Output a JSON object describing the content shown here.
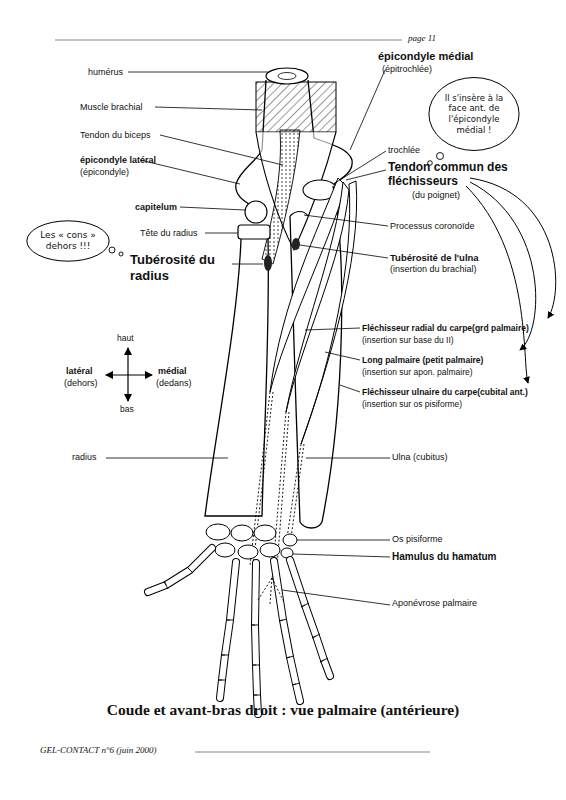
{
  "diagram": {
    "caption": "Coude et avant-bras droit : vue palmaire (antérieure)",
    "nodes": [
      {
        "text": [
          "Il s'insère à la face ant. de l'épicondyle médial !"
        ]
      },
      {
        "text": [
          "Les « cons » dehors !!!"
        ]
      }
    ],
    "labels": [
      "page 11",
      "humérus",
      "Muscle brachial",
      "Tendon du biceps",
      "épicondyle latéral",
      "(épicondyle)",
      "capitelum",
      "Tête du radius",
      "Tubérosité du radius",
      "épicondyle médial",
      "(épitrochlée)",
      "trochlée",
      "Tendon commun des fléchisseurs",
      "(du poignet)",
      "Processus coronoïde",
      "Tubérosité de l'ulna",
      "(insertion du brachial)",
      "Fléchisseur radial du carpe(grd palmaire)",
      "(insertion sur base du II)",
      "Long palmaire (petit palmaire)",
      "(insertion sur apon. palmaire)",
      "Fléchisseur ulnaire du carpe(cubital ant.)",
      "(insertion sur os pisiforme)",
      "haut",
      "latéral",
      "(dehors)",
      "médial",
      "(dedans)",
      "bas",
      "radius",
      "Ulna (cubitus)",
      "Os pisiforme",
      "Hamulus du hamatum",
      "Aponévrose palmaire",
      "GEL-CONTACT n°6 (juin 2000)"
    ]
  }
}
